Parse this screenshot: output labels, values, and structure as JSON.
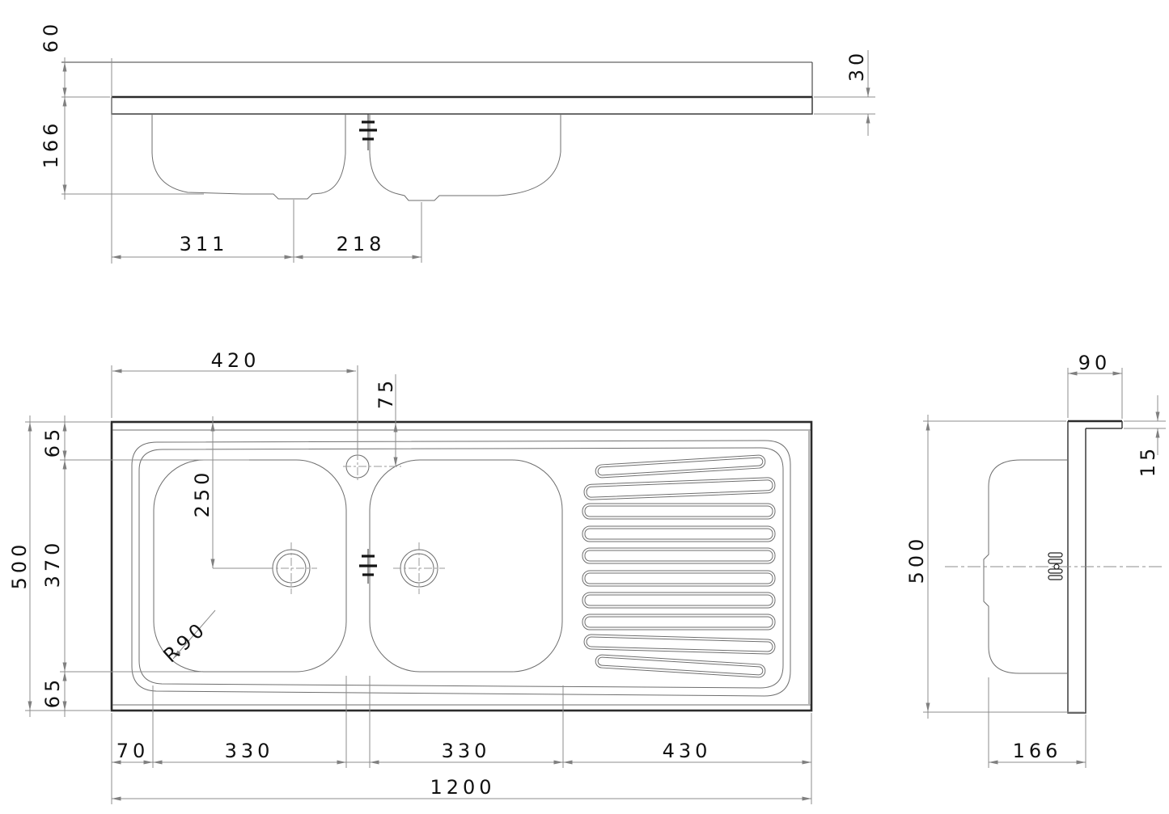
{
  "drawing": {
    "type": "technical-drawing",
    "subject": "double-bowl kitchen sink with drainer",
    "units_scale_note": "",
    "views": {
      "front": {
        "dims": {
          "upstand_height": "60",
          "bowl_depth": "166",
          "deck_thickness": "30",
          "drain1_from_left": "311",
          "drain_to_drain": "218"
        }
      },
      "plan": {
        "dims": {
          "tap_from_left": "420",
          "tap_from_back": "75",
          "rim_back": "65",
          "drain_from_back": "250",
          "bowl_front_back": "370",
          "overall_depth": "500",
          "bowl_corner_radius": "R90",
          "rim_left": "70",
          "bowl1_width": "330",
          "bowl2_width": "330",
          "drainer_width": "430",
          "overall_length": "1200"
        }
      },
      "side": {
        "dims": {
          "back_ledge": "90",
          "lip_return": "15",
          "overall_depth": "500",
          "bowl_depth": "166"
        }
      }
    }
  },
  "colors": {
    "background": "#ffffff",
    "heavy": "#2b2b2b",
    "line": "#3c3c3c",
    "soft": "#6e6e6e",
    "dim": "#8c8c8c",
    "text": "#111111"
  }
}
